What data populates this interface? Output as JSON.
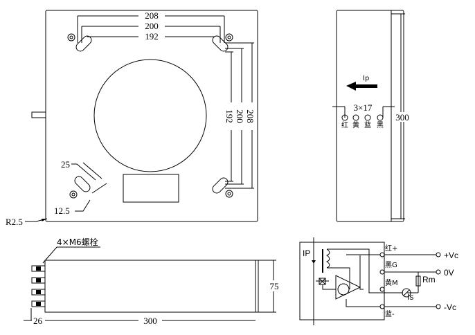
{
  "front_view": {
    "dims_horizontal": [
      "208",
      "200",
      "192"
    ],
    "dims_vertical": [
      "192",
      "200",
      "208"
    ],
    "slot_width": "25",
    "slot_offset": "12.5",
    "corner_radius": "R2.5"
  },
  "side_view": {
    "current_label": "Ip",
    "terminal_spacing": "3×17",
    "height": "300",
    "terminal_labels": [
      "红",
      "黄",
      "蓝",
      "黑"
    ]
  },
  "bottom_view": {
    "bolt_note": "4×M6螺栓",
    "depth": "75",
    "length": "300",
    "bolt_length": "26"
  },
  "circuit": {
    "primary_label": "IP",
    "pins": [
      "红+",
      "黑G",
      "黄M",
      "蓝-"
    ],
    "outputs": [
      "+Vc",
      "0V",
      "-Vc"
    ],
    "resistor": "Rm",
    "meter": "Is"
  }
}
